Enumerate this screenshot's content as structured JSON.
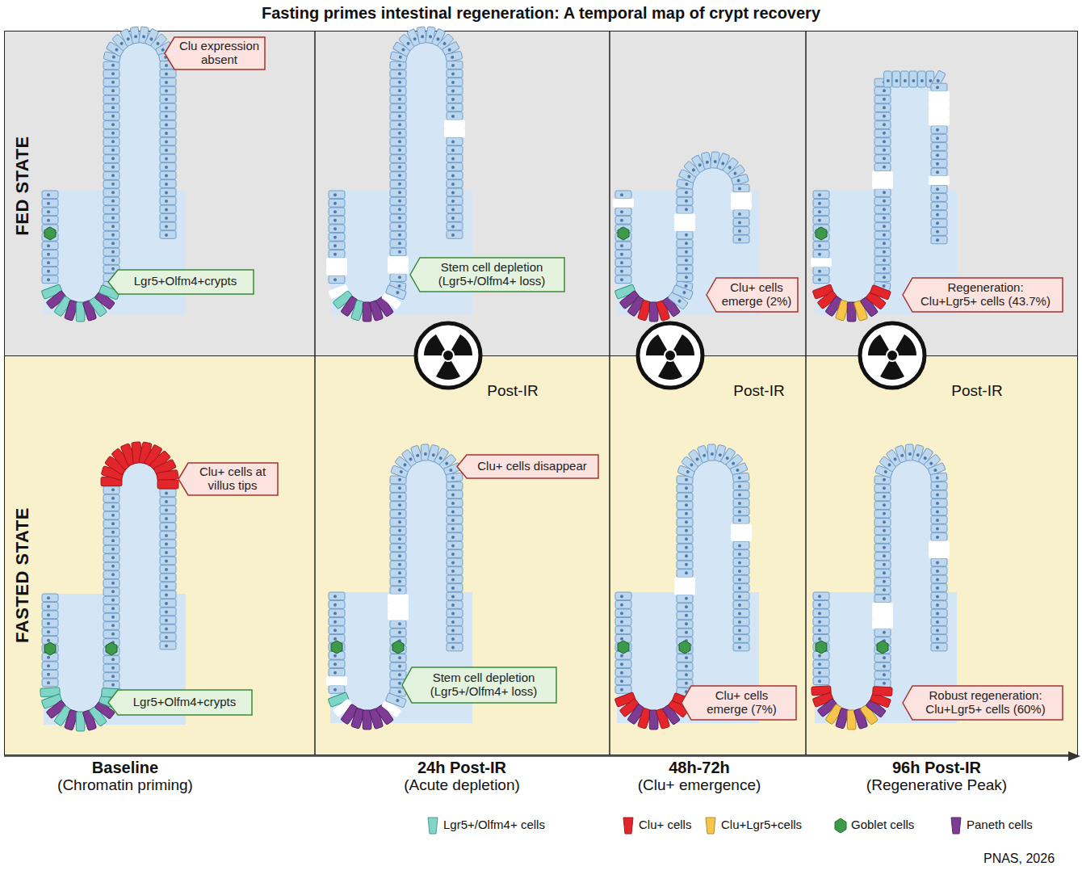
{
  "diagram": {
    "title": "Fasting primes intestinal regeneration: A temporal map of crypt recovery",
    "nodes": [
      {
        "text": [
          "FED STATE"
        ]
      },
      {
        "text": [
          "FASTED STATE"
        ]
      },
      {
        "text": [
          "Clu expression absent"
        ],
        "in": 0
      },
      {
        "text": [
          "Lgr5+Olfm4+crypts"
        ],
        "in": 0
      },
      {
        "text": [
          "Stem cell depletion (Lgr5+/Olfm4+ loss)"
        ],
        "in": 0
      },
      {
        "text": [
          "Clu+ cells emerge (2%)"
        ],
        "in": 0
      },
      {
        "text": [
          "Regeneration: Clu+Lgr5+ cells (43.7%)"
        ],
        "in": 0
      },
      {
        "text": [
          "Clu+ cells at villus tips"
        ],
        "in": 1
      },
      {
        "text": [
          "Lgr5+Olfm4+crypts"
        ],
        "in": 1
      },
      {
        "text": [
          "Stem cell depletion (Lgr5+/Olfm4+ loss)"
        ],
        "in": 1
      },
      {
        "text": [
          "Clu+ cells disappear"
        ],
        "in": 1
      },
      {
        "text": [
          "Clu+ cells emerge (7%)"
        ],
        "in": 1
      },
      {
        "text": [
          "Robust regeneration: Clu+Lgr5+ cells (60%)"
        ],
        "in": 1
      }
    ],
    "labels": [
      "Post-IR",
      "Post-IR",
      "Post-IR",
      "Baseline",
      "(Chromatin priming)",
      "24h Post-IR",
      "(Acute depletion)",
      "48h-72h",
      "(Clu+ emergence)",
      "96h Post-IR",
      "(Regenerative Peak)",
      "PNAS, 2026"
    ],
    "legend": [
      {
        "text": "Lgr5+/Olfm4+ cells",
        "color": "#7fd6c6"
      },
      {
        "text": "Clu+ cells",
        "color": "#e3262c"
      },
      {
        "text": "Clu+Lgr5+cells",
        "color": "#f6c54a"
      },
      {
        "text": "Goblet cells",
        "color": "#3d9a4a"
      },
      {
        "text": "Paneth cells",
        "color": "#7d3b93"
      }
    ]
  }
}
